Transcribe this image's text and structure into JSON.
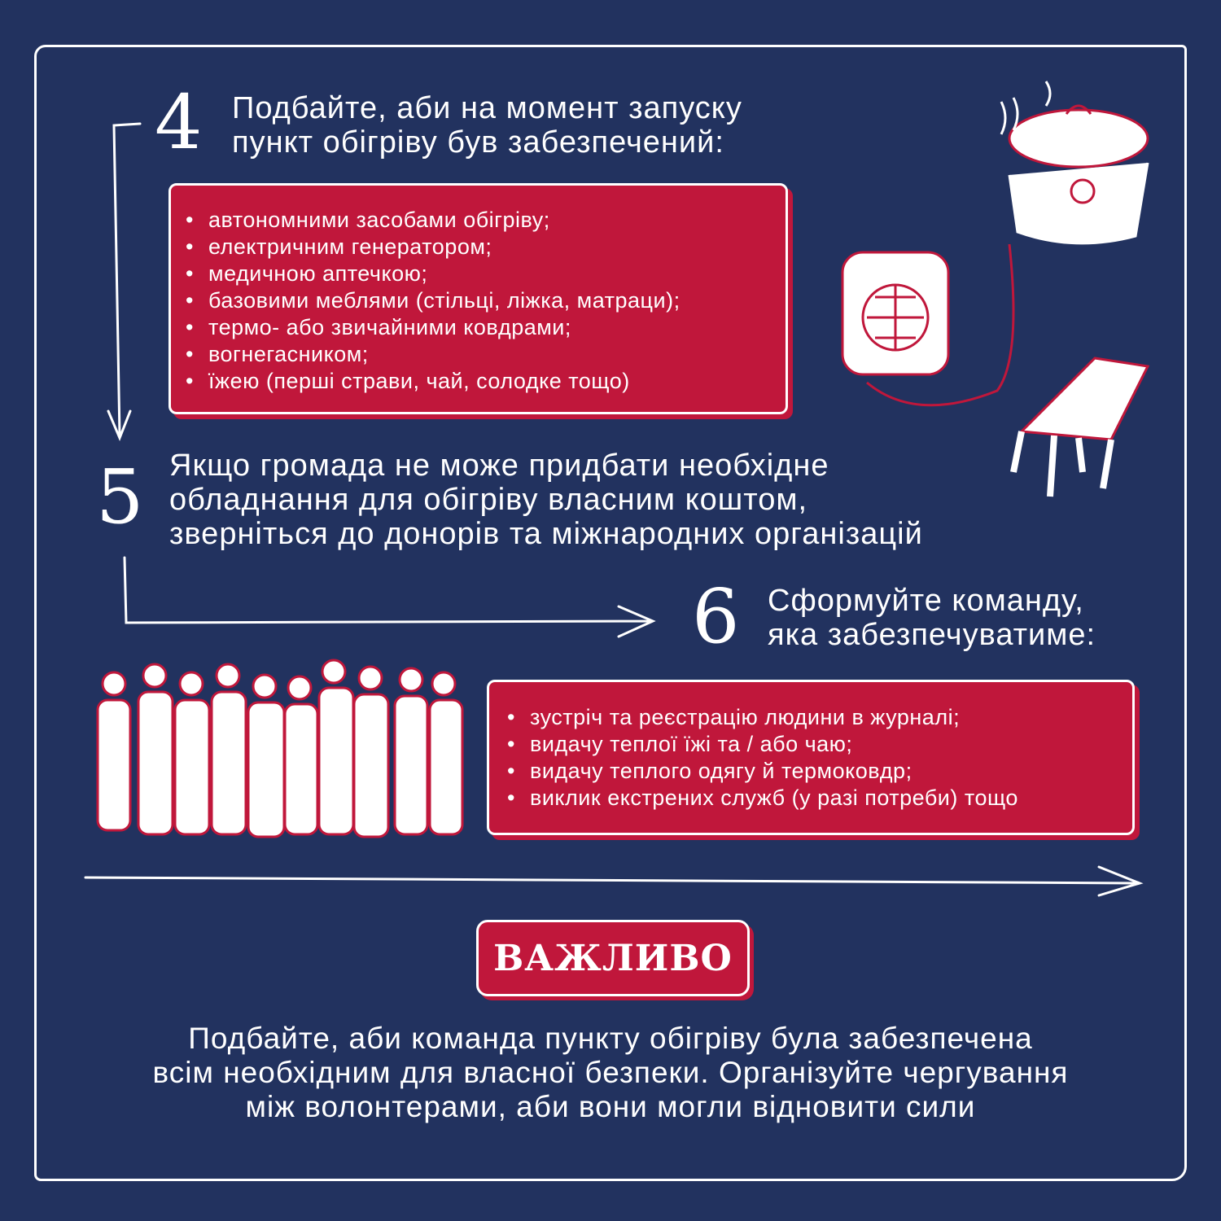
{
  "step4": {
    "number": "4",
    "heading_lines": [
      "Подбайте, аби на момент запуску",
      "пункт обігріву був забезпечений:"
    ],
    "items": [
      "автономними засобами обігріву;",
      "електричним генератором;",
      "медичною аптечкою;",
      "базовими меблями (стільці, ліжка, матраци);",
      "термо- або звичайними ковдрами;",
      "вогнегасником;",
      "їжею (перші страви, чай, солодке тощо)"
    ]
  },
  "step5": {
    "number": "5",
    "heading_lines": [
      "Якщо громада не може придбати необхідне",
      "обладнання для обігріву власним коштом,",
      "зверніться до донорів та міжнародних організацій"
    ]
  },
  "step6": {
    "number": "6",
    "heading_lines": [
      "Сформуйте команду,",
      "яка забезпечуватиме:"
    ],
    "items": [
      "зустріч та реєстрацію людини в журналі;",
      "видачу теплої їжі та / або чаю;",
      "видачу теплого одягу й термоковдр;",
      "виклик екстрених служб (у разі потреби) тощо"
    ]
  },
  "important": {
    "label": "ВАЖЛИВО",
    "text_lines": [
      "Подбайте, аби команда пункту обігріву була забезпечена",
      "всім необхідним для власної безпеки. Організуйте чергування",
      "між волонтерами, аби вони могли відновити сили"
    ]
  },
  "colors": {
    "background": "#22325f",
    "accent": "#c0173b",
    "line": "#ffffff"
  }
}
